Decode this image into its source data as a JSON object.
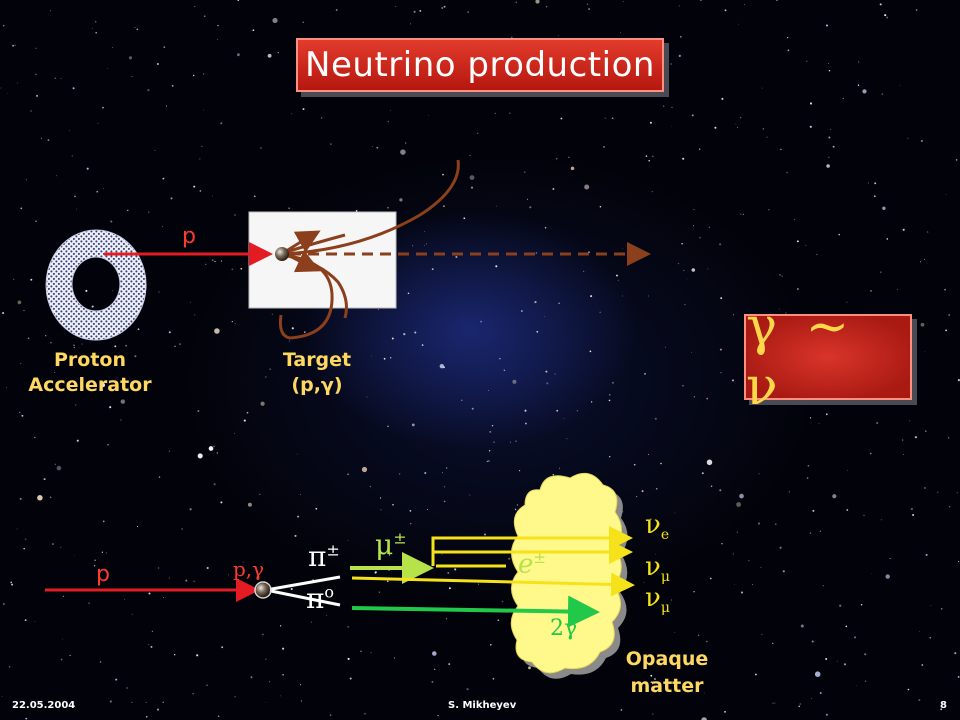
{
  "title": "Neutrino production",
  "top_diagram": {
    "accelerator_label_line1": "Proton",
    "accelerator_label_line2": "Accelerator",
    "proton_label": "p",
    "target_label_line1": "Target",
    "target_label_line2": "(p,γ)"
  },
  "equivalence": "γ ~ ν",
  "bottom_diagram": {
    "proton_label": "p",
    "collision_label": "p,γ",
    "pion_charged": "π",
    "pion_charged_sup": "±",
    "pion_neutral": "π",
    "pion_neutral_sup": "o",
    "muon": "μ",
    "muon_sup": "±",
    "electron": "e",
    "electron_sup": "±",
    "two_gamma": "2γ",
    "nu_e": "ν",
    "nu_e_sub": "e",
    "nu_mu_1": "ν",
    "nu_mu_1_sub": "μ",
    "nu_mu_2": "ν",
    "nu_mu_2_sub": "μ",
    "opaque_line1": "Opaque",
    "opaque_line2": "matter"
  },
  "footer": {
    "date": "22.05.2004",
    "author": "S. Mikheyev",
    "page": "8"
  },
  "colors": {
    "title_bg": "#c8241a",
    "label_yellow": "#ffd862",
    "proton_beam": "#e31b23",
    "decay_track": "#8b3f1c",
    "muon_green": "#b7e34a",
    "gamma_green": "#22c84a",
    "neutrino_yellow": "#f5e21a",
    "cloud": "#fff88a"
  }
}
